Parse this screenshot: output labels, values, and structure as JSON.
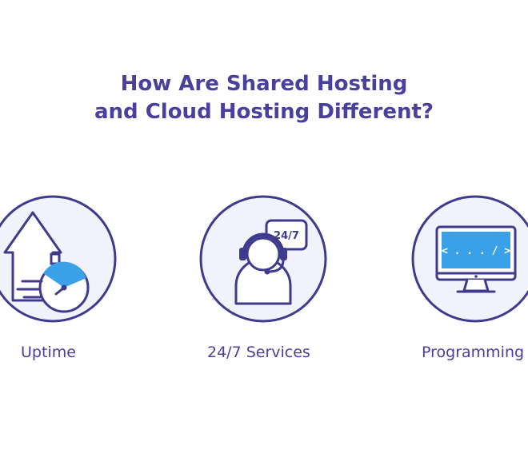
{
  "heading": {
    "line1": "How Are Shared Hosting",
    "line2": "and Cloud Hosting Different?"
  },
  "features": [
    {
      "label": "Uptime",
      "icon": "uptime-arrow-stopwatch-icon"
    },
    {
      "label": "24/7 Services",
      "icon": "support-agent-headset-icon",
      "bubble_text": "24/7"
    },
    {
      "label": "Programming",
      "icon": "monitor-code-icon",
      "screen_text": "< . . . / >"
    }
  ],
  "colors": {
    "outline": "#3f3a8c",
    "heading": "#4b3f9e",
    "circle_fill": "#f1f2fb",
    "accent_blue": "#3aa0e8",
    "white": "#ffffff"
  }
}
